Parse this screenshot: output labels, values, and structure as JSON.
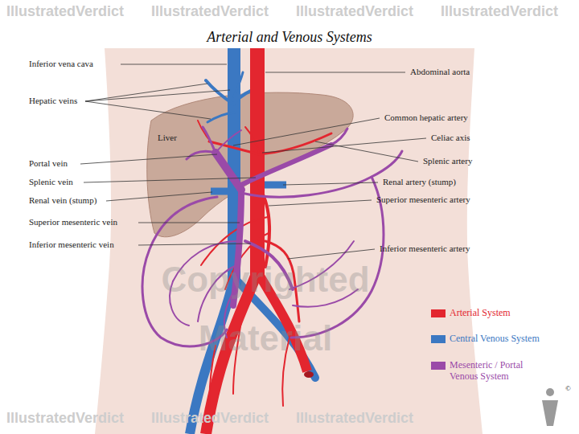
{
  "diagram": {
    "title": "Arterial and Venous Systems",
    "labels": [
      "IllustratedVerdict",
      "IllustratedVerdict",
      "IllustratedVerdict",
      "IllustratedVerdict",
      "Inferior vena cava",
      "Abdominal aorta",
      "Hepatic veins",
      "Common hepatic artery",
      "Liver",
      "Celiac axis",
      "Splenic artery",
      "Portal vein",
      "Splenic vein",
      "Renal artery (stump)",
      "Renal vein (stump)",
      "Superior mesenteric artery",
      "Superior mesenteric vein",
      "Inferior mesenteric vein",
      "Inferior mesenteric artery",
      "Copyrighted",
      "Material",
      "IllustratedVerdict",
      "IllustratedVerdict",
      "IllustratedVerdict",
      "©"
    ],
    "legend": [
      {
        "text": "Arterial System",
        "color": "#e3262f"
      },
      {
        "text": "Central Venous System",
        "color": "#3b78c2"
      },
      {
        "text": "Mesenteric / Portal Venous System",
        "color": "#9a4aa8"
      }
    ]
  }
}
